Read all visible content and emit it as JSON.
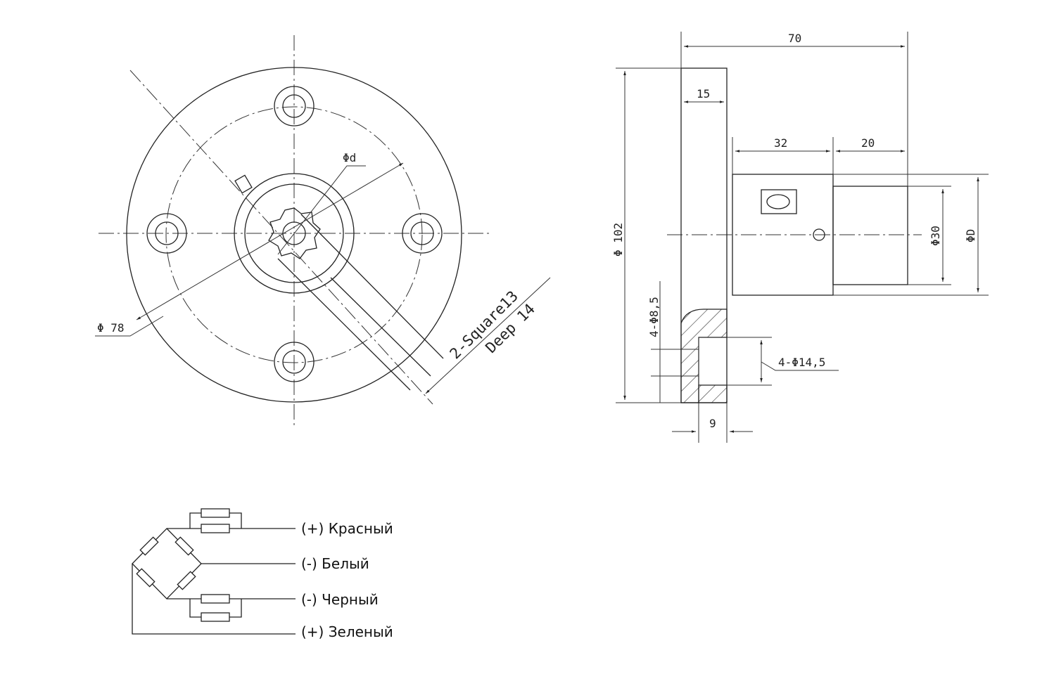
{
  "front_view": {
    "phi_d_label": "Φd",
    "phi_78_label": "Φ 78",
    "square_label": "2-Square13",
    "deep_label": "Deep 14"
  },
  "side_view": {
    "dim_70": "70",
    "dim_15": "15",
    "dim_32": "32",
    "dim_20": "20",
    "dim_102": "Φ 102",
    "dim_30": "Φ30",
    "dim_D": "ΦD",
    "dim_8_5": "4-Φ8,5",
    "dim_14_5": "4-Φ14,5",
    "dim_9": "9"
  },
  "wiring": {
    "wires": [
      {
        "label": "(+) Красный"
      },
      {
        "label": "(-) Белый"
      },
      {
        "label": "(-) Черный"
      },
      {
        "label": "(+) Зеленый"
      }
    ]
  }
}
